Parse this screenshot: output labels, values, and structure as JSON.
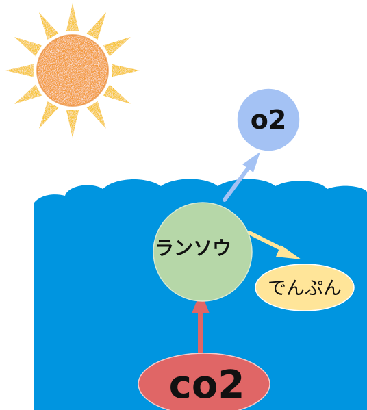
{
  "nodes": {
    "oxygen": {
      "label": "o2",
      "color": "#a4c2f4"
    },
    "plant": {
      "label": "ランソウ",
      "color": "#b6d7a8"
    },
    "starch": {
      "label": "でんぷん",
      "color": "#ffe599"
    },
    "carbon_dioxide": {
      "label": "co2",
      "color": "#e06666"
    }
  },
  "colors": {
    "water": "#0095e0",
    "sun_core": "#f39a3d",
    "sun_rays": "#f7c435",
    "arrow_oxygen": "#a4c2f4",
    "arrow_starch": "#ffe599",
    "arrow_co2": "#e06666"
  },
  "icons": {
    "sun": "sun-icon"
  }
}
